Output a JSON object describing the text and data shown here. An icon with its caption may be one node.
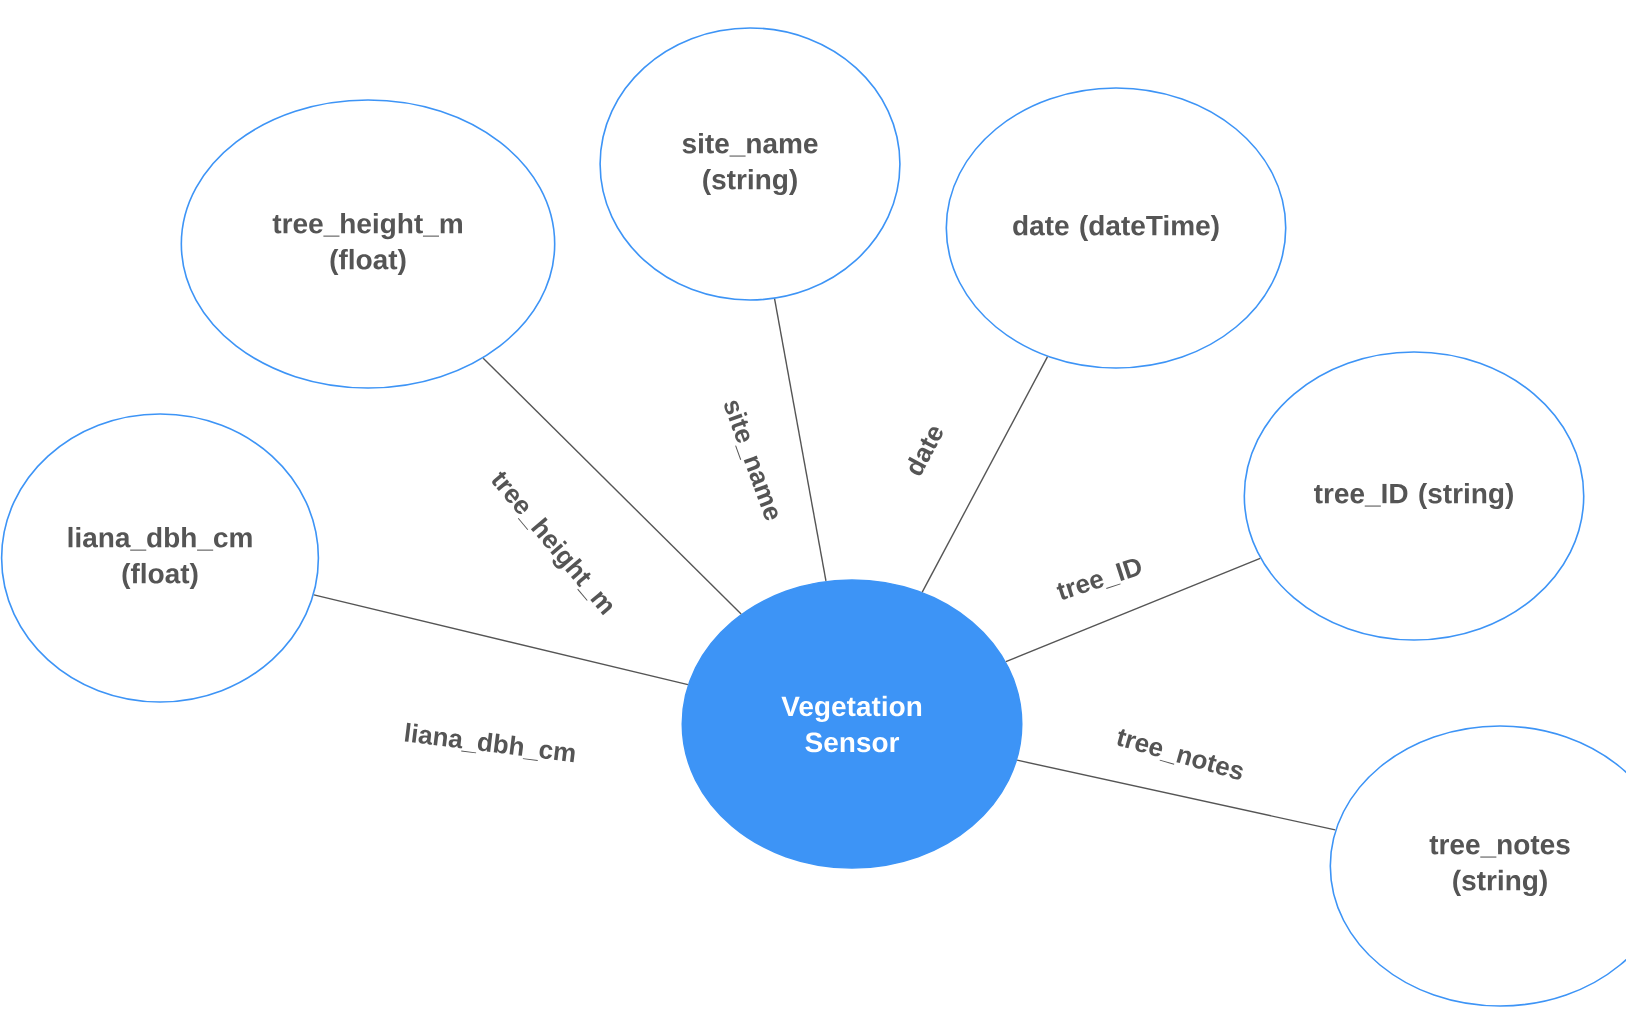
{
  "diagram": {
    "nodes": [
      {
        "text": [
          "Vegetation Sensor"
        ]
      },
      {
        "text": [
          "liana_dbh_cm (float)"
        ]
      },
      {
        "text": [
          "tree_height_m (float)"
        ]
      },
      {
        "text": [
          "site_name (string)"
        ]
      },
      {
        "text": [
          "date (dateTime)"
        ]
      },
      {
        "text": [
          "tree_ID (string)"
        ]
      },
      {
        "text": [
          "tree_notes (string)"
        ]
      }
    ],
    "edges": [
      {
        "from": 0,
        "to": 1,
        "arrow": "none",
        "label": "liana_dbh_cm"
      },
      {
        "from": 0,
        "to": 2,
        "arrow": "none",
        "label": "tree_height_m"
      },
      {
        "from": 0,
        "to": 3,
        "arrow": "none",
        "label": "site_name"
      },
      {
        "from": 0,
        "to": 4,
        "arrow": "none",
        "label": "date"
      },
      {
        "from": 0,
        "to": 5,
        "arrow": "none",
        "label": "tree_ID"
      },
      {
        "from": 0,
        "to": 6,
        "arrow": "none",
        "label": "tree_notes"
      }
    ]
  }
}
